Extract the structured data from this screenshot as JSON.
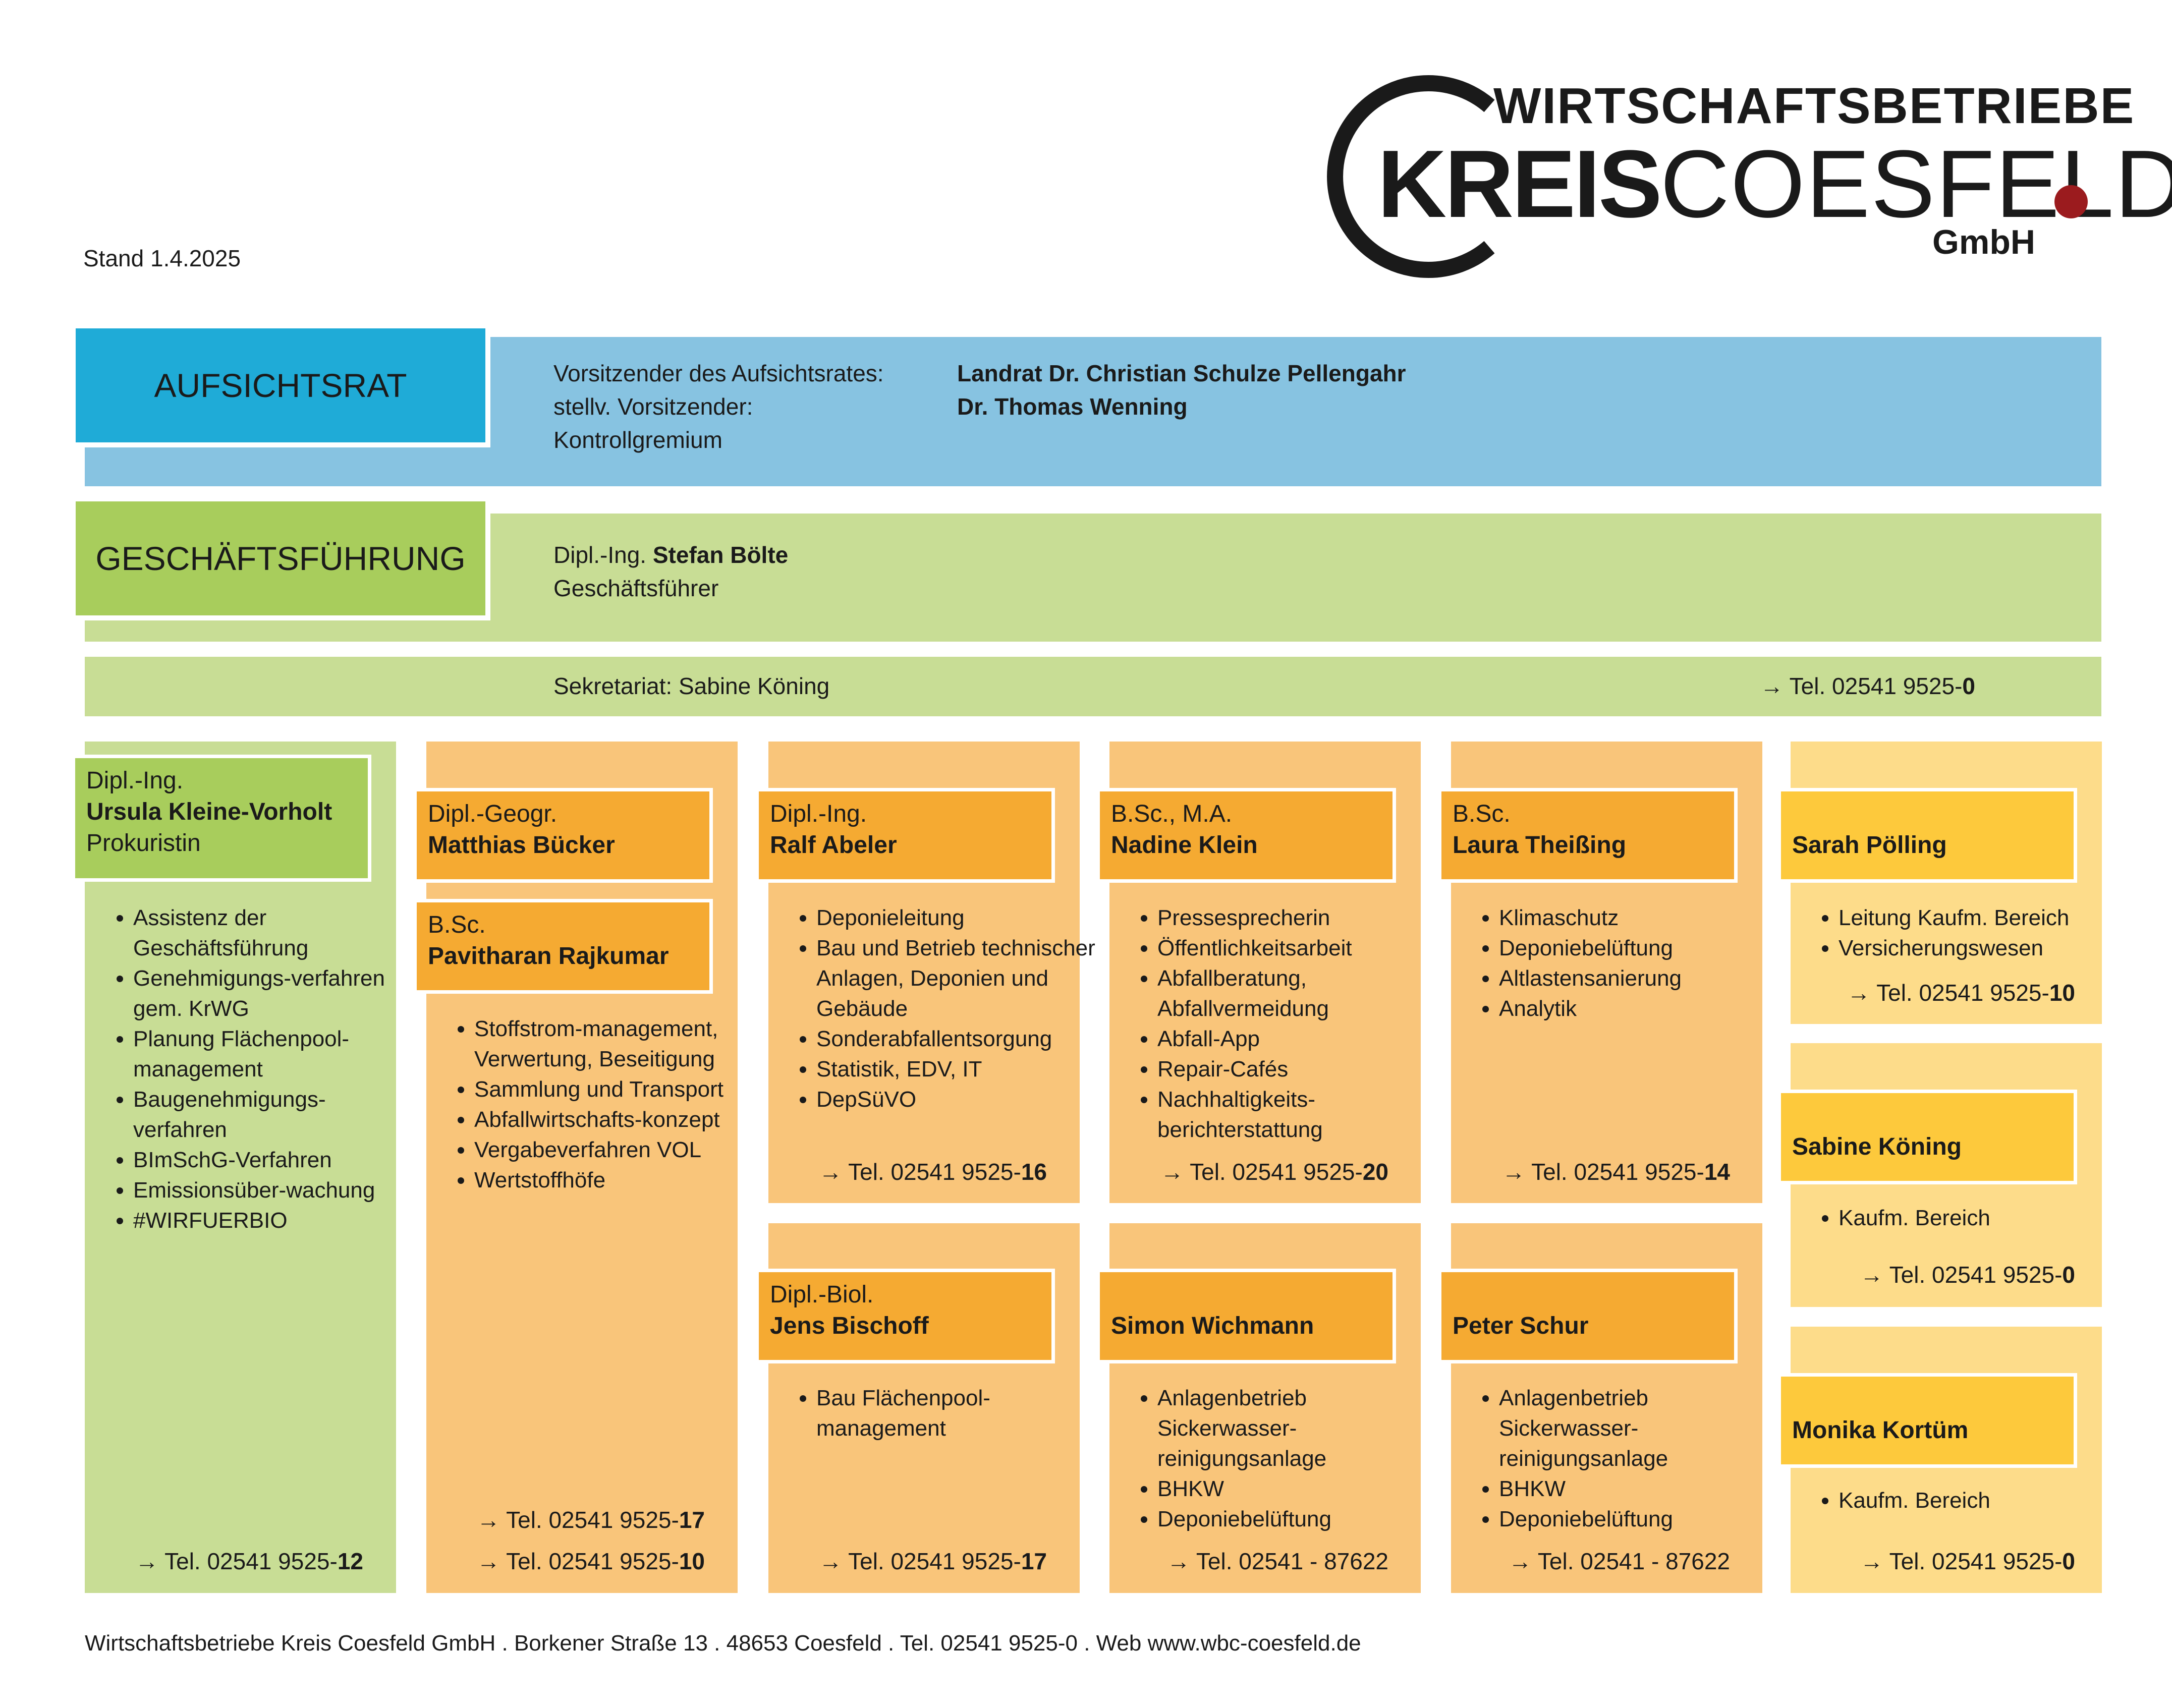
{
  "stand": "Stand 1.4.2025",
  "logo": {
    "line1": "WIRTSCHAFTSBETRIEBE",
    "kreis": "KREIS",
    "coesfeld": "COESFELD",
    "gmbh": "GmbH"
  },
  "colors": {
    "aufsichtsrat_box": "#1fabd7",
    "aufsichtsrat_band": "#87c3e1",
    "gf_box": "#a8cd5c",
    "gf_band": "#c8dd95",
    "orange_bg": "#f9c57a",
    "orange_name": "#f5aa32",
    "yellow_bg": "#fddc8a",
    "yellow_name": "#fdc93c",
    "logo_dot": "#9b1b1e"
  },
  "aufsichtsrat": {
    "title": "AUFSICHTSRAT",
    "row1_label": "Vorsitzender des Aufsichtsrates:",
    "row1_value": "Landrat Dr. Christian Schulze Pellengahr",
    "row2_label": "stellv. Vorsitzender:",
    "row2_value": "Dr. Thomas Wenning",
    "row3_label": "Kontrollgremium"
  },
  "geschaeftsfuehrung": {
    "title": "GESCHÄFTSFÜHRUNG",
    "prefix": "Dipl.-Ing.",
    "name": "Stefan Bölte",
    "role": "Geschäftsführer"
  },
  "sekretariat": {
    "text": "Sekretariat: Sabine Köning",
    "tel_prefix": "→ Tel. 02541 9525-",
    "tel_ext": "0"
  },
  "columns": {
    "c1": {
      "title": "Dipl.-Ing.",
      "name": "Ursula Kleine-Vorholt",
      "role": "Prokuristin",
      "items": [
        "Assistenz der Geschäftsführung",
        "Genehmigungs-verfahren gem. KrWG",
        "Planung Flächenpool-management",
        "Baugenehmigungs-verfahren",
        "BImSchG-Verfahren",
        "Emissionsüber-wachung",
        "#WIRFUERBIO"
      ],
      "tel_prefix": "→ Tel. 02541 9525-",
      "tel_ext": "12"
    },
    "c2": {
      "p1_title": "Dipl.-Geogr.",
      "p1_name": "Matthias Bücker",
      "p2_title": "B.Sc.",
      "p2_name": "Pavitharan Rajkumar",
      "items": [
        "Stoffstrom-management, Verwertung, Beseitigung",
        "Sammlung und Transport",
        "Abfallwirtschafts-konzept",
        "Vergabeverfahren VOL",
        "Wertstoffhöfe"
      ],
      "tel1_prefix": "→ Tel. 02541 9525-",
      "tel1_ext": "17",
      "tel2_prefix": "→ Tel. 02541 9525-",
      "tel2_ext": "10"
    },
    "c3a": {
      "title": "Dipl.-Ing.",
      "name": "Ralf Abeler",
      "items": [
        "Deponieleitung",
        "Bau und Betrieb technischer Anlagen, Deponien und Gebäude",
        "Sonderabfallentsorgung",
        "Statistik, EDV, IT",
        "DepSüVO"
      ],
      "tel_prefix": "→ Tel. 02541 9525-",
      "tel_ext": "16"
    },
    "c3b": {
      "title": "Dipl.-Biol.",
      "name": "Jens Bischoff",
      "items": [
        "Bau Flächenpool-management"
      ],
      "tel_prefix": "→ Tel. 02541 9525-",
      "tel_ext": "17"
    },
    "c4a": {
      "title": "B.Sc., M.A.",
      "name": "Nadine Klein",
      "items": [
        "Pressesprecherin",
        "Öffentlichkeitsarbeit",
        "Abfallberatung, Abfallvermeidung",
        "Abfall-App",
        "Repair-Cafés",
        "Nachhaltigkeits-berichterstattung"
      ],
      "tel_prefix": "→ Tel. 02541 9525-",
      "tel_ext": "20"
    },
    "c4b": {
      "name": "Simon Wichmann",
      "items": [
        "Anlagenbetrieb Sickerwasser-reinigungsanlage",
        "BHKW",
        "Deponiebelüftung"
      ],
      "tel_text": "→ Tel. 02541 - 87622"
    },
    "c5a": {
      "title": "B.Sc.",
      "name": "Laura Theißing",
      "items": [
        "Klimaschutz",
        "Deponiebelüftung",
        "Altlastensanierung",
        "Analytik"
      ],
      "tel_prefix": "→ Tel. 02541 9525-",
      "tel_ext": "14"
    },
    "c5b": {
      "name": "Peter Schur",
      "items": [
        "Anlagenbetrieb Sickerwasser-reinigungsanlage",
        "BHKW",
        "Deponiebelüftung"
      ],
      "tel_text": "→ Tel. 02541 - 87622"
    },
    "c6a": {
      "name": "Sarah Pölling",
      "items": [
        "Leitung Kaufm. Bereich",
        "Versicherungswesen"
      ],
      "tel_prefix": "→ Tel. 02541 9525-",
      "tel_ext": "10"
    },
    "c6b": {
      "name": "Sabine Köning",
      "items": [
        "Kaufm. Bereich"
      ],
      "tel_prefix": "→ Tel. 02541 9525-",
      "tel_ext": "0"
    },
    "c6c": {
      "name": "Monika Kortüm",
      "items": [
        "Kaufm. Bereich"
      ],
      "tel_prefix": "→ Tel. 02541 9525-",
      "tel_ext": "0"
    }
  },
  "footer": "Wirtschaftsbetriebe Kreis Coesfeld GmbH . Borkener Straße 13 . 48653 Coesfeld . Tel. 02541 9525-0 . Web www.wbc-coesfeld.de"
}
